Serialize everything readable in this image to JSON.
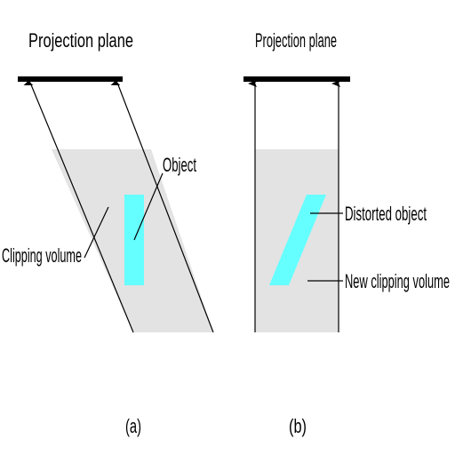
{
  "left_panel": {
    "plane_label": "Projection plane",
    "object_label": "Object",
    "clip_label": "Clipping volume",
    "caption": "(a)"
  },
  "right_panel": {
    "plane_label": "Projection plane",
    "distorted_label": "Distorted object",
    "new_clip_label": "New clipping volume",
    "caption": "(b)"
  },
  "colors": {
    "clip_volume": "#e3e3e3",
    "object": "#66ffff",
    "line": "#000000"
  }
}
